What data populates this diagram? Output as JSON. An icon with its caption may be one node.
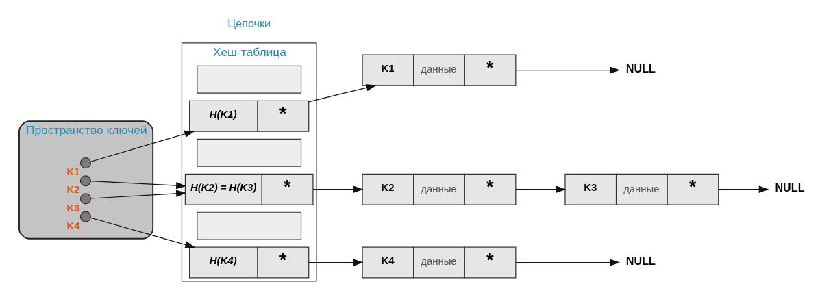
{
  "diagram": {
    "nodes": [
      {
        "text": [
          "Пространство ключей"
        ]
      },
      {
        "text": [],
        "shape": "circle",
        "beside": [
          "K1"
        ],
        "in": 0
      },
      {
        "text": [],
        "shape": "circle",
        "beside": [
          "K2"
        ],
        "in": 0
      },
      {
        "text": [],
        "shape": "circle",
        "beside": [
          "K3"
        ],
        "in": 0
      },
      {
        "text": [],
        "shape": "circle",
        "beside": [
          "K4"
        ],
        "in": 0
      },
      {
        "text": [
          "Хеш-таблица"
        ]
      },
      {
        "text": [],
        "shape": "box",
        "in": 5
      },
      {
        "text": [
          "H(K1)",
          "*"
        ],
        "in": 5
      },
      {
        "text": [],
        "shape": "box",
        "in": 5
      },
      {
        "text": [
          "H(K2) = H(K3)",
          "*"
        ],
        "in": 5
      },
      {
        "text": [
          "H(K4)",
          "*"
        ],
        "in": 5
      },
      {
        "text": [],
        "shape": "box",
        "in": 5
      },
      {
        "text": [
          "K1",
          "данные",
          "*"
        ]
      },
      {
        "text": [
          "K2",
          "данные",
          "*"
        ]
      },
      {
        "text": [
          "K3",
          "данные",
          "*"
        ]
      },
      {
        "text": [
          "K4",
          "данные",
          "*"
        ]
      },
      {
        "text": [
          "NULL"
        ]
      },
      {
        "text": [
          "NULL"
        ]
      },
      {
        "text": [
          "NULL"
        ]
      }
    ],
    "edges": [
      {
        "from": 1,
        "to": 7,
        "arrow": "to"
      },
      {
        "from": 2,
        "to": 9,
        "arrow": "to"
      },
      {
        "from": 3,
        "to": 9,
        "arrow": "to"
      },
      {
        "from": 4,
        "to": 10,
        "arrow": "to"
      },
      {
        "from": 7,
        "to": 12,
        "arrow": "to"
      },
      {
        "from": 9,
        "to": 13,
        "arrow": "to"
      },
      {
        "from": 10,
        "to": 15,
        "arrow": "to"
      },
      {
        "from": 12,
        "to": 16,
        "arrow": "to"
      },
      {
        "from": 13,
        "to": 14,
        "arrow": "to"
      },
      {
        "from": 14,
        "to": 17,
        "arrow": "to"
      },
      {
        "from": 15,
        "to": 18,
        "arrow": "to"
      }
    ],
    "labels": [
      "Цепочки"
    ]
  }
}
